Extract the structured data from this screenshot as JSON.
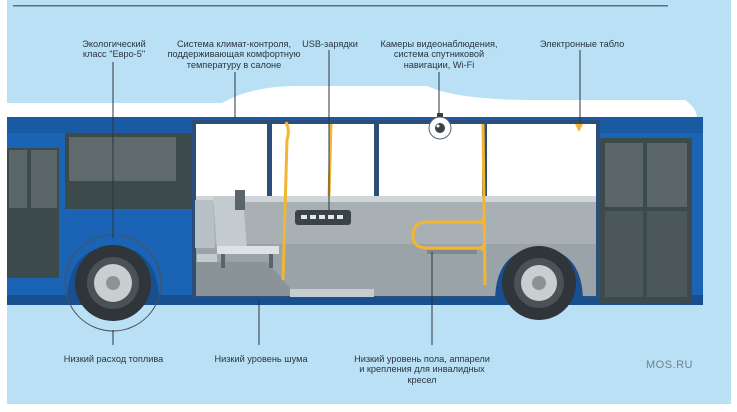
{
  "callouts": {
    "euro5": "Экологический\nкласс \"Евро-5\"",
    "climate": "Система климат-контроля,\nподдерживающая комфортную\nтемпературу в салоне",
    "usb": "USB-зарядки",
    "cameras": "Камеры видеонаблюдения,\nсистема спутниковой\nнавигации, Wi-Fi",
    "display": "Электронные табло",
    "fuel": "Низкий расход топлива",
    "noise": "Низкий уровень шума",
    "floor": "Низкий уровень пола, аппарели\nи крепления для инвалидных\nкресел"
  },
  "watermark": "MOS.RU",
  "colors": {
    "panel_bg": "#b9e0f5",
    "bus_blue": "#1b63b4",
    "bus_white": "#ffffff",
    "window_dark": "#3d4a4c",
    "interior_gray": "#9aa3a8",
    "handrail_yellow": "#f2b632"
  },
  "icons": {
    "camera": "camera-icon",
    "usb_panel": "usb-port-icon",
    "display": "display-indicator-icon"
  }
}
